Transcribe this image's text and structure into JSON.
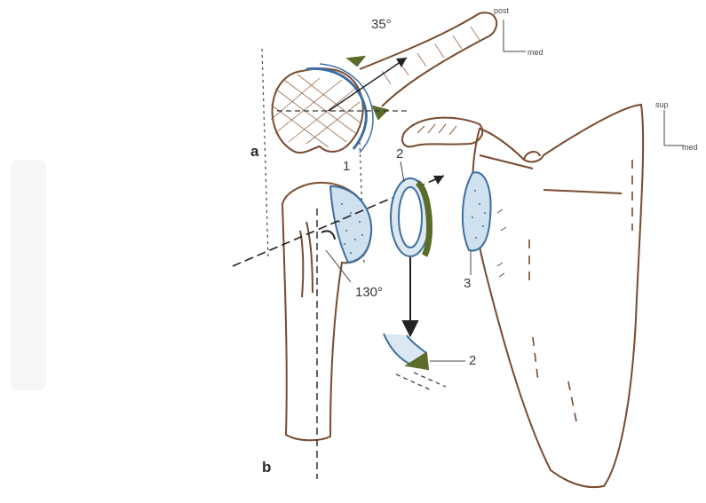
{
  "labels": {
    "angle_top": "35°",
    "angle_bottom": "130°",
    "section_a": "a",
    "section_b": "b",
    "num_1": "1",
    "num_2_upper": "2",
    "num_2_lower": "2",
    "num_3": "3"
  },
  "orientation_top": {
    "axis_1": "post",
    "axis_2": "med"
  },
  "orientation_right": {
    "axis_1": "sup",
    "axis_2": "med"
  },
  "colors": {
    "bone_outline": "#7a4a2e",
    "cartilage_blue": "#3d6fa3",
    "labrum_green": "#5b6b2a",
    "arrow": "#1c1c1c"
  }
}
